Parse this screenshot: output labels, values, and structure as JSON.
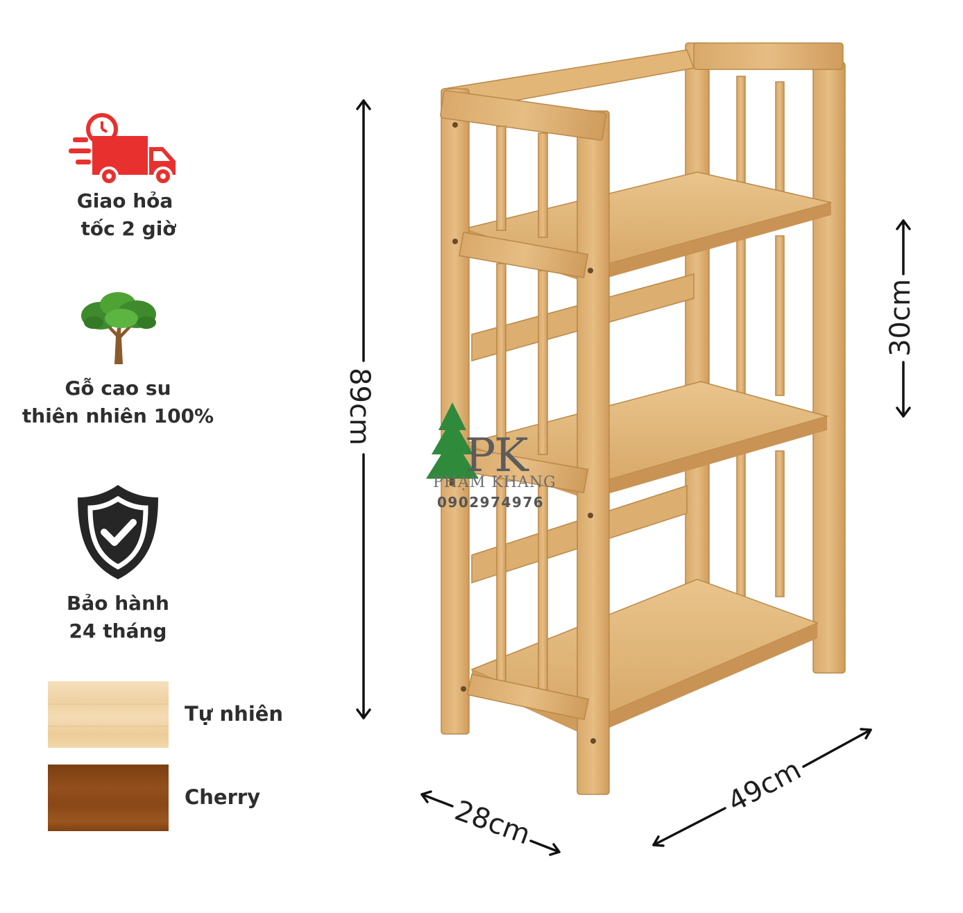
{
  "features": [
    {
      "icon": "delivery-truck-icon",
      "lines": [
        "Giao hỏa",
        "tốc 2 giờ"
      ]
    },
    {
      "icon": "tree-icon",
      "lines": [
        "Gỗ cao su",
        "thiên nhiên 100%"
      ]
    },
    {
      "icon": "shield-check-icon",
      "lines": [
        "Bảo hành",
        "24 tháng"
      ]
    }
  ],
  "finishes": [
    {
      "name": "Tự nhiên",
      "color": "#f1d6a8"
    },
    {
      "name": "Cherry",
      "color": "#8a4b18"
    }
  ],
  "dimensions": {
    "height": "89cm",
    "shelf_gap": "30cm",
    "depth": "28cm",
    "width": "49cm"
  },
  "watermark": {
    "logo": "PK",
    "brand": "PHẠM KHANG",
    "phone": "0902974976"
  },
  "colors": {
    "accent_red": "#e8312f",
    "wood": "#deb47a",
    "text": "#2e2e2e"
  }
}
